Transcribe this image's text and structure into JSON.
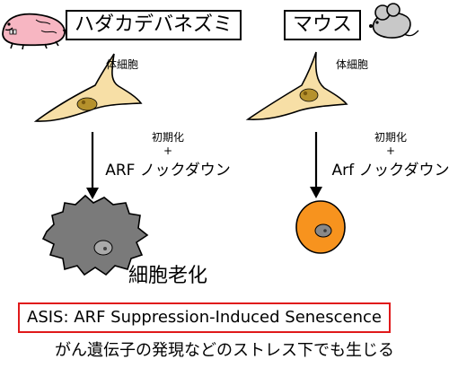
{
  "left_panel": {
    "species_title": "ハダカデバネズミ",
    "cell_label": "体細胞",
    "treatment_line1": "初期化",
    "treatment_plus": "+",
    "treatment_line2": "ARF ノックダウン",
    "outcome_label": "細胞老化"
  },
  "right_panel": {
    "species_title": "マウス",
    "cell_label": "体細胞",
    "treatment_line1": "初期化",
    "treatment_plus": "+",
    "treatment_line2": "Arf ノックダウン"
  },
  "summary": {
    "asis_label": "ASIS: ARF Suppression-Induced Senescence",
    "footer_text": "がん遺伝子の発現などのストレス下でも生じる"
  },
  "colors": {
    "cell_fill": "#f7dfa6",
    "nucleus_fill": "#b5912c",
    "senescent_fill": "#7a7a7a",
    "ips_fill": "#f7931e",
    "accent_red": "#e0191a",
    "mole_rat_pink": "#f7b6c2",
    "mouse_gray": "#c8c8c8"
  },
  "icons": {
    "left_animal": "naked-mole-rat-icon",
    "right_animal": "mouse-icon"
  }
}
